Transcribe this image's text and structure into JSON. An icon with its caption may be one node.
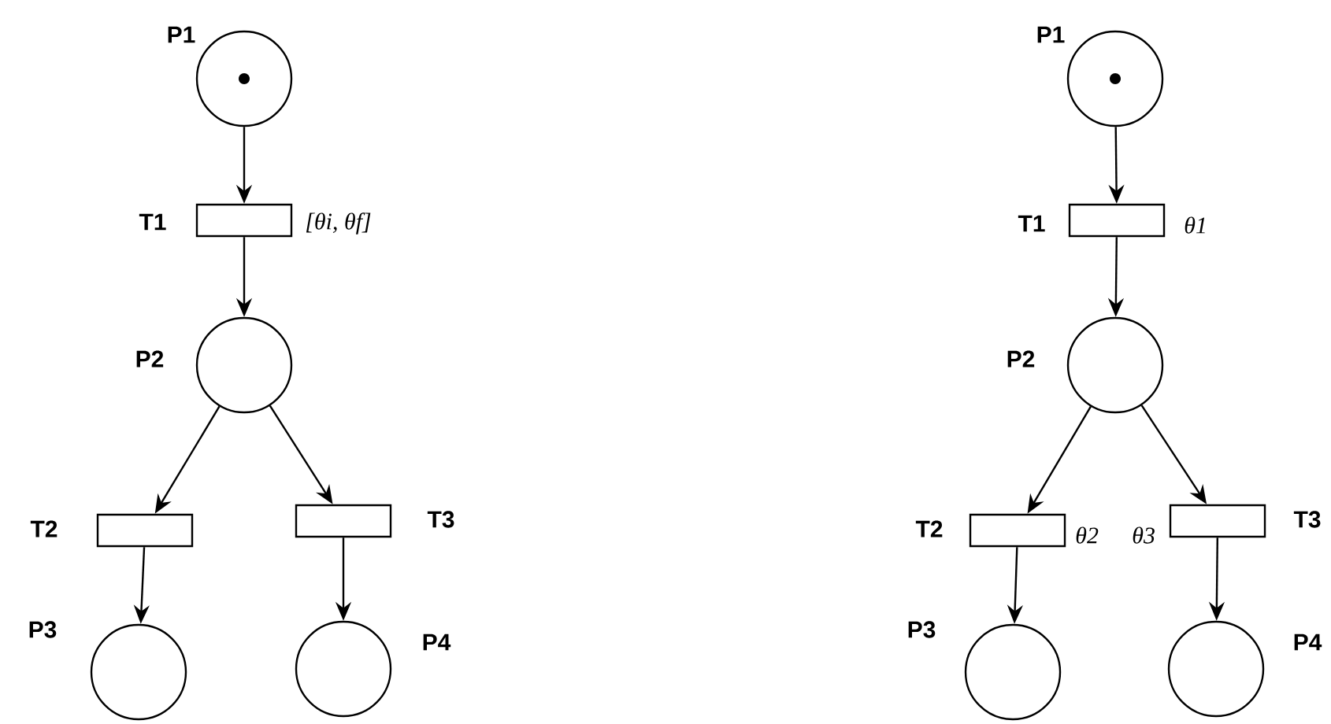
{
  "diagram": {
    "nodes": [
      {
        "text": [
          "P1"
        ]
      },
      {
        "text": [
          "T1"
        ],
        "beside": [
          "[θi, θf]"
        ]
      },
      {
        "text": [
          "P2"
        ]
      },
      {
        "text": [
          "T2"
        ]
      },
      {
        "text": [
          "T3"
        ]
      },
      {
        "text": [
          "P3"
        ]
      },
      {
        "text": [
          "P4"
        ]
      },
      {
        "text": [
          "P1"
        ]
      },
      {
        "text": [
          "T1"
        ],
        "beside": [
          "θ1"
        ]
      },
      {
        "text": [
          "P2"
        ]
      },
      {
        "text": [
          "T2"
        ],
        "beside": [
          "θ2"
        ]
      },
      {
        "text": [
          "T3"
        ],
        "beside": [
          "θ3"
        ]
      },
      {
        "text": [
          "P3"
        ]
      },
      {
        "text": [
          "P4"
        ]
      }
    ],
    "edges": [
      {
        "from": 0,
        "to": 1,
        "arrow": "to"
      },
      {
        "from": 1,
        "to": 2,
        "arrow": "to"
      },
      {
        "from": 2,
        "to": 3,
        "arrow": "to"
      },
      {
        "from": 2,
        "to": 4,
        "arrow": "to"
      },
      {
        "from": 3,
        "to": 5,
        "arrow": "to"
      },
      {
        "from": 4,
        "to": 6,
        "arrow": "to"
      },
      {
        "from": 7,
        "to": 8,
        "arrow": "to"
      },
      {
        "from": 8,
        "to": 9,
        "arrow": "to"
      },
      {
        "from": 9,
        "to": 10,
        "arrow": "to"
      },
      {
        "from": 9,
        "to": 11,
        "arrow": "to"
      },
      {
        "from": 10,
        "to": 12,
        "arrow": "to"
      },
      {
        "from": 11,
        "to": 13,
        "arrow": "to"
      }
    ]
  }
}
